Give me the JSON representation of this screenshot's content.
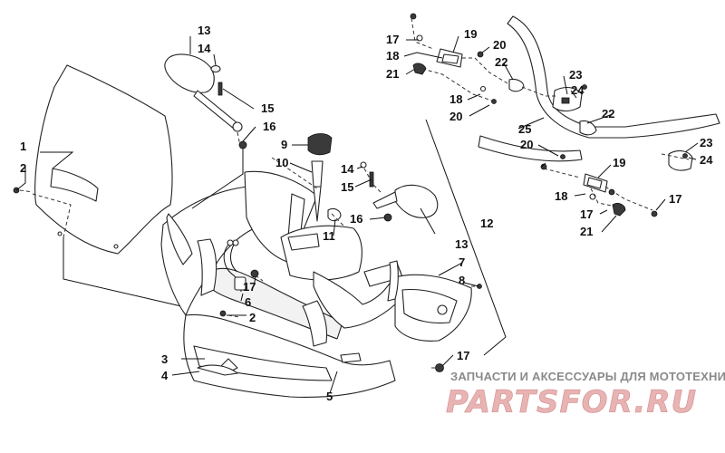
{
  "diagram": {
    "callouts": [
      {
        "id": "c1",
        "text": "1"
      },
      {
        "id": "c2a",
        "text": "2"
      },
      {
        "id": "c2b",
        "text": "2"
      },
      {
        "id": "c3",
        "text": "3"
      },
      {
        "id": "c4",
        "text": "4"
      },
      {
        "id": "c5",
        "text": "5"
      },
      {
        "id": "c6",
        "text": "6"
      },
      {
        "id": "c7",
        "text": "7"
      },
      {
        "id": "c8",
        "text": "8"
      },
      {
        "id": "c9",
        "text": "9"
      },
      {
        "id": "c10",
        "text": "10"
      },
      {
        "id": "c11",
        "text": "11"
      },
      {
        "id": "c12",
        "text": "12"
      },
      {
        "id": "c13a",
        "text": "13"
      },
      {
        "id": "c13b",
        "text": "13"
      },
      {
        "id": "c14a",
        "text": "14"
      },
      {
        "id": "c14b",
        "text": "14"
      },
      {
        "id": "c15a",
        "text": "15"
      },
      {
        "id": "c15b",
        "text": "15"
      },
      {
        "id": "c16a",
        "text": "16"
      },
      {
        "id": "c16b",
        "text": "16"
      },
      {
        "id": "c17a",
        "text": "17"
      },
      {
        "id": "c17b",
        "text": "17"
      },
      {
        "id": "c17c",
        "text": "17"
      },
      {
        "id": "c17d",
        "text": "17"
      },
      {
        "id": "c17e",
        "text": "17"
      },
      {
        "id": "c18a",
        "text": "18"
      },
      {
        "id": "c18b",
        "text": "18"
      },
      {
        "id": "c18c",
        "text": "18"
      },
      {
        "id": "c19a",
        "text": "19"
      },
      {
        "id": "c19b",
        "text": "19"
      },
      {
        "id": "c20a",
        "text": "20"
      },
      {
        "id": "c20b",
        "text": "20"
      },
      {
        "id": "c20c",
        "text": "20"
      },
      {
        "id": "c21a",
        "text": "21"
      },
      {
        "id": "c21b",
        "text": "21"
      },
      {
        "id": "c22a",
        "text": "22"
      },
      {
        "id": "c22b",
        "text": "22"
      },
      {
        "id": "c23a",
        "text": "23"
      },
      {
        "id": "c23b",
        "text": "23"
      },
      {
        "id": "c24a",
        "text": "24"
      },
      {
        "id": "c24b",
        "text": "24"
      },
      {
        "id": "c25",
        "text": "25"
      }
    ]
  },
  "watermark": {
    "subtitle": "ЗАПЧАСТИ И АКСЕССУАРЫ ДЛЯ МОТОТЕХНИКИ",
    "logo": "PARTSFOR.RU",
    "logo_color": "#e8b3b3"
  }
}
